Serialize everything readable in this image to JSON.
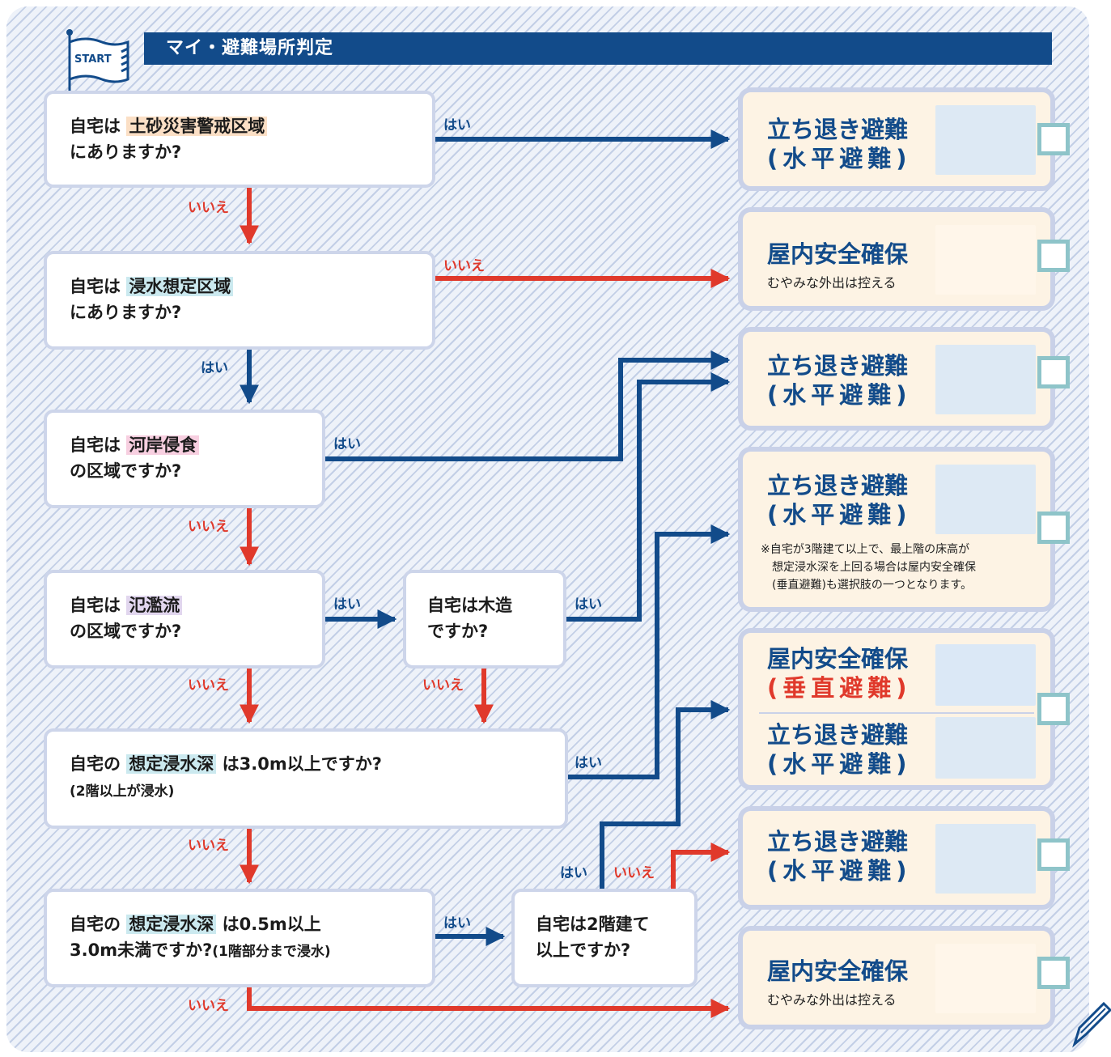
{
  "title": "マイ・避難場所判定",
  "start_label": "START",
  "answers": {
    "yes": "はい",
    "no": "いいえ"
  },
  "questions": {
    "q1": {
      "pre": "自宅は",
      "hl": "土砂災害警戒区域",
      "line2": "にありますか?"
    },
    "q2": {
      "pre": "自宅は",
      "hl": "浸水想定区域",
      "line2": "にありますか?"
    },
    "q3": {
      "pre": "自宅は",
      "hl": "河岸侵食",
      "line2": "の区域ですか?"
    },
    "q4": {
      "pre": "自宅は",
      "hl": "氾濫流",
      "line2": "の区域ですか?"
    },
    "q4b": {
      "line1": "自宅は木造",
      "line2": "ですか?"
    },
    "q5": {
      "pre": "自宅の",
      "hl": "想定浸水深",
      "post": "は3.0m以上ですか?",
      "line2": "(2階以上が浸水)"
    },
    "q6": {
      "pre": "自宅の",
      "hl": "想定浸水深",
      "post": "は0.5m以上",
      "line2": "3.0m未満ですか?",
      "line2_sub": "(1階部分まで浸水)"
    },
    "q6b": {
      "line1": "自宅は2階建て",
      "line2": "以上ですか?"
    }
  },
  "results": {
    "r1": {
      "title": "立ち退き避難",
      "subtitle": "(水平避難)"
    },
    "r2": {
      "title": "屋内安全確保",
      "subtitle": "むやみな外出は控える"
    },
    "r3": {
      "title": "立ち退き避難",
      "subtitle": "(水平避難)"
    },
    "r4": {
      "title": "立ち退き避難",
      "subtitle": "(水平避難)",
      "note": [
        "※自宅が3階建て以上で、最上階の床高が",
        "想定浸水深を上回る場合は屋内安全確保",
        "(垂直避難)も選択肢の一つとなります。"
      ]
    },
    "r5": {
      "title": "屋内安全確保",
      "subtitle": "(垂直避難)",
      "title2": "立ち退き避難",
      "subtitle2": "(水平避難)"
    },
    "r6": {
      "title": "立ち退き避難",
      "subtitle": "(水平避難)"
    },
    "r7": {
      "title": "屋内安全確保",
      "subtitle": "むやみな外出は控える"
    }
  },
  "colors": {
    "yes": "#124b8a",
    "no": "#e0392b",
    "title_bar": "#124b8a",
    "checkbox": "#8ec4c9"
  },
  "icons": [
    "start-flag-icon",
    "pencil-icon",
    "evacuation-illustration",
    "indoor-illustration",
    "flood-illustration"
  ]
}
